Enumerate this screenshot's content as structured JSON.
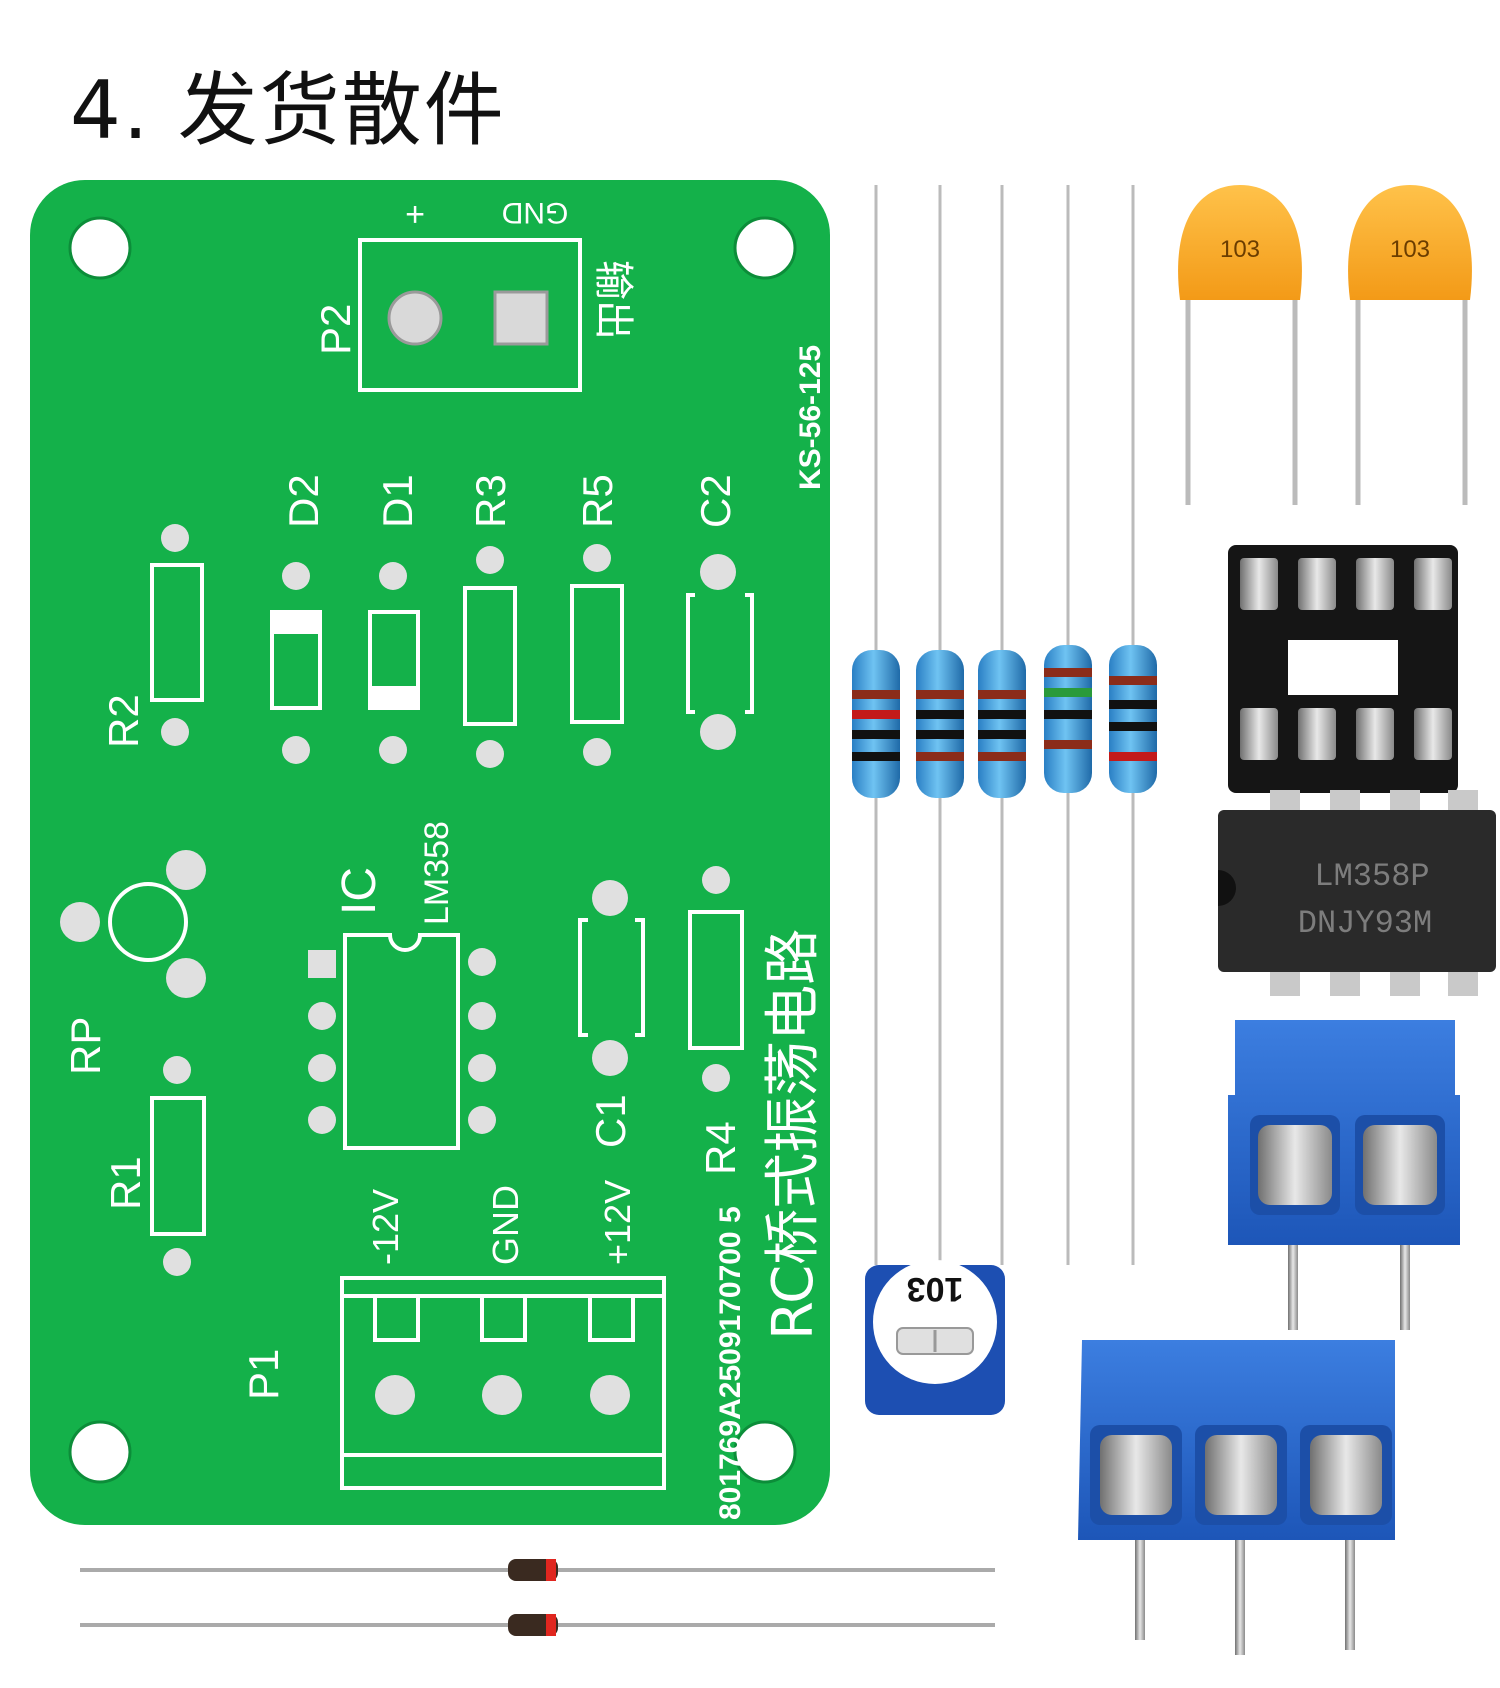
{
  "heading": "4. 发货散件",
  "pcb": {
    "color": "#14b14a",
    "title": "RC桥式振荡电路",
    "serial": "801769A2509170700 5",
    "model": "KS-56-125",
    "labels": {
      "p2": "P2",
      "plus": "+",
      "gnd_top": "GND",
      "output": "输出",
      "d2": "D2",
      "d1": "D1",
      "r3": "R3",
      "r5": "R5",
      "c2": "C2",
      "r2": "R2",
      "ic": "IC",
      "lm358": "LM358",
      "rp": "RP",
      "r1": "R1",
      "c1": "C1",
      "r4": "R4",
      "m12v": "-12V",
      "gnd_bottom": "GND",
      "p12v": "+12V",
      "p1": "P1"
    }
  },
  "parts": {
    "capacitor_marking": "103",
    "trimmer_marking": "103",
    "ic_line1": "LM358P",
    "ic_line2": "DNJY93M"
  }
}
